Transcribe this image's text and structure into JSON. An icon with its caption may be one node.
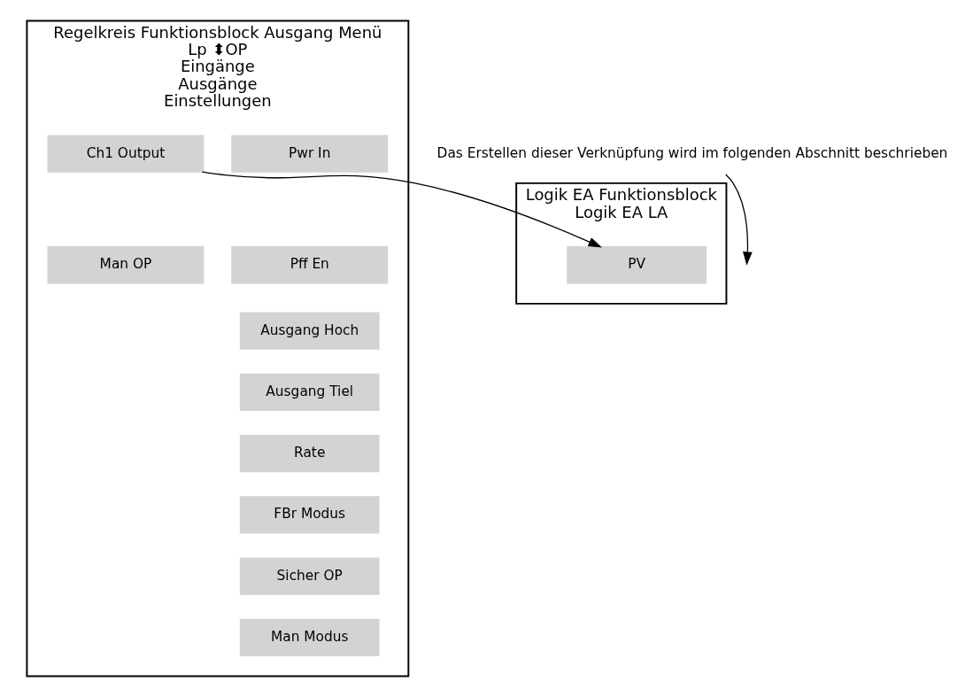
{
  "diagram": {
    "nodes": [
      {
        "text": [
          "Regelkreis Funktionsblock Ausgang Menü",
          "Lp ⬍OP",
          "Eingänge",
          "Ausgänge",
          "Einstellungen"
        ]
      },
      {
        "text": [
          "Pwr In"
        ],
        "in": 0
      },
      {
        "text": [
          "Ch1 Output"
        ],
        "in": 0
      },
      {
        "text": [
          "Pff En"
        ],
        "in": 0
      },
      {
        "text": [
          "Man OP"
        ],
        "in": 0
      },
      {
        "text": [
          "Ausgang Hoch"
        ],
        "in": 0
      },
      {
        "text": [
          "Ausgang Tiel"
        ],
        "in": 0
      },
      {
        "text": [
          "Rate"
        ],
        "in": 0
      },
      {
        "text": [
          "FBr Modus"
        ],
        "in": 0
      },
      {
        "text": [
          "Sicher OP"
        ],
        "in": 0
      },
      {
        "text": [
          "Man Modus"
        ],
        "in": 0
      },
      {
        "text": [
          "Das Erstellen dieser Verknüpfung wird im folgenden Abschnitt beschrieben"
        ]
      },
      {
        "text": [
          "Logik EA Funktionsblock",
          "Logik EA LA"
        ]
      },
      {
        "text": [
          "PV"
        ],
        "in": 12
      }
    ],
    "edges": [
      {
        "from": 2,
        "to": 13,
        "arrow": "to"
      },
      {
        "from": 11,
        "to": null,
        "arrow": "to"
      }
    ]
  }
}
